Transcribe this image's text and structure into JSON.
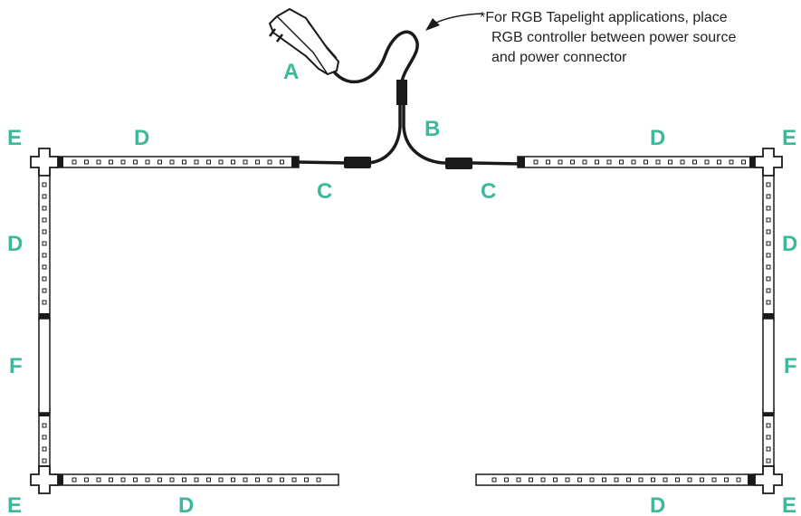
{
  "note": {
    "marker": "*",
    "lines": [
      "For RGB Tapelight applications, place",
      "RGB controller between power source",
      "and power connector"
    ]
  },
  "labels": {
    "power_adapter": "A",
    "splitter_cable": "B",
    "connector_left": "C",
    "connector_right": "C",
    "tape_top_left": "D",
    "tape_top_right": "D",
    "tape_left_upper": "D",
    "tape_right_upper": "D",
    "tape_bottom_left": "D",
    "tape_bottom_right": "D",
    "corner_top_left": "E",
    "corner_top_right": "E",
    "corner_bottom_left": "E",
    "corner_bottom_right": "E",
    "flex_left": "F",
    "flex_right": "F"
  },
  "colors": {
    "label": "#3DB89B",
    "line": "#1a1a1a",
    "tape_fill": "#ffffff",
    "connector": "#1a1a1a"
  }
}
